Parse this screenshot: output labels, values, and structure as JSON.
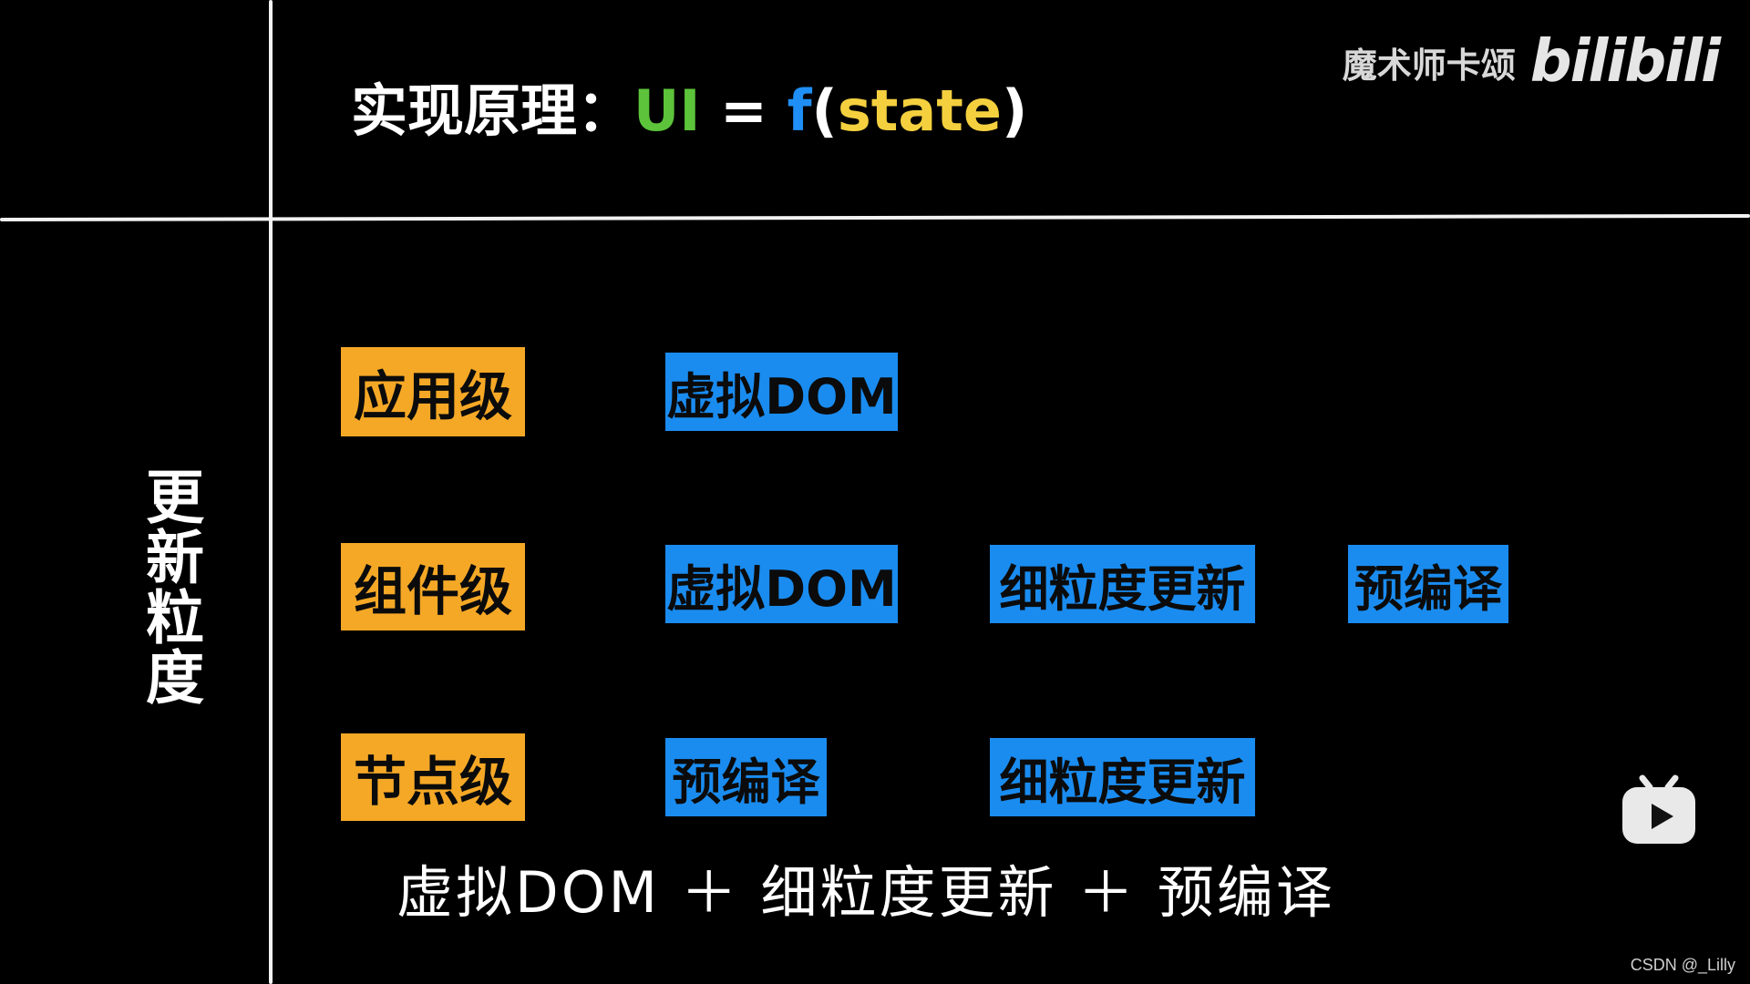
{
  "title": {
    "prefix": "实现原理：",
    "ui": "UI",
    "eq": " = ",
    "f": "f",
    "paren_open": "(",
    "state": "state",
    "paren_close": ")"
  },
  "brand": {
    "author": "魔术师卡颂",
    "logo": "bilibili"
  },
  "y_axis_label": "更新粒度",
  "rows": [
    {
      "level": "应用级",
      "items": [
        "虚拟DOM"
      ]
    },
    {
      "level": "组件级",
      "items": [
        "虚拟DOM",
        "细粒度更新",
        "预编译"
      ]
    },
    {
      "level": "节点级",
      "items": [
        "预编译",
        "细粒度更新"
      ]
    }
  ],
  "summary": "虚拟DOM ＋ 细粒度更新 ＋ 预编译",
  "watermark": "CSDN @_Lilly",
  "colors": {
    "level_tag": "#f5a826",
    "tech_tag": "#1a8cf0",
    "ui_green": "#5cc33a",
    "f_blue": "#1f8ff5",
    "state_yellow": "#f4d03f"
  },
  "icons": {
    "play": "bilibili-tv-play-icon"
  }
}
